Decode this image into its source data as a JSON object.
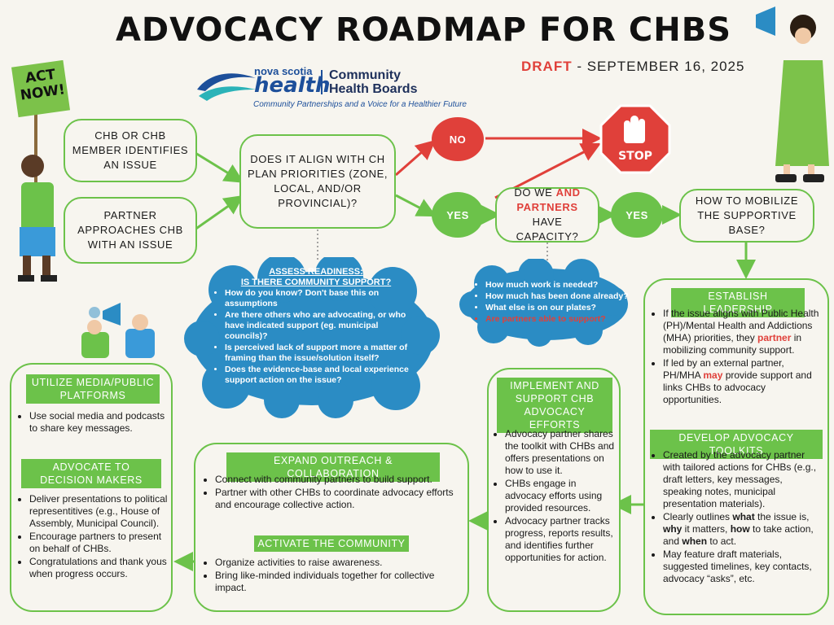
{
  "title": "ADVOCACY ROADMAP FOR CHBS",
  "draft": {
    "label": "DRAFT",
    "date": " - SEPTEMBER 16, 2025"
  },
  "logo": {
    "brand_small": "nova scotia",
    "brand_large": "health",
    "org": "Community Health Boards",
    "tagline": "Community Partnerships and a Voice for a Healthier Future"
  },
  "sign_text": "ACT NOW!",
  "stop_sign_text": "STOP",
  "flow": {
    "start1": "CHB OR CHB MEMBER IDENTIFIES AN ISSUE",
    "start2": "PARTNER APPROACHES CHB WITH AN ISSUE",
    "align": "DOES IT ALIGN WITH CH PLAN PRIORITIES (ZONE, LOCAL, AND/OR PROVINCIAL)?",
    "no": "NO",
    "yes1": "YES",
    "yes2": "YES",
    "capacity_pre": "DO WE ",
    "capacity_and": "AND",
    "capacity_partners": "PARTNERS",
    "capacity_post": " HAVE CAPACITY?",
    "mobilize": "HOW TO MOBILIZE THE SUPPORTIVE BASE?"
  },
  "cloud1": {
    "title1": "ASSESS READINESS:",
    "title2": "IS THERE COMMUNITY SUPPORT?",
    "items": [
      "How do you know? Don't base this on assumptions",
      "Are there others who are advocating, or who have indicated support (eg. municipal councils)?",
      "Is perceived lack of support more a matter of framing than the issue/solution itself?",
      "Does the evidence-base and local experience support action on the issue?"
    ]
  },
  "cloud2": {
    "items": [
      "How much work is needed?",
      "How much has been done already?",
      "What else is on our plates?"
    ],
    "item_red": "Are partners able to support?"
  },
  "panel_right": {
    "tag1": "ESTABLISH LEADERSHIP",
    "l1_a": "If the issue aligns with Public Health (PH)/Mental Health and Addictions (MHA) priorities, they ",
    "l1_b": "partner",
    "l1_c": " in mobilizing community support.",
    "l2_a": "If led by an external partner, PH/MHA ",
    "l2_b": "may",
    "l2_c": " provide support and links CHBs to advocacy opportunities.",
    "tag2": "DEVELOP ADVOCACY TOOLKITS",
    "t1": "Created by the advocacy partner with tailored actions for CHBs (e.g., draft letters, key messages, speaking notes, municipal presentation materials).",
    "t2_a": "Clearly outlines ",
    "t2_b": "what",
    "t2_c": " the issue is, ",
    "t2_d": "why",
    "t2_e": " it matters, ",
    "t2_f": "how",
    "t2_g": " to take action, and ",
    "t2_h": "when",
    "t2_i": " to act.",
    "t3": "May feature draft materials, suggested timelines, key contacts, advocacy “asks”, etc."
  },
  "panel_implement": {
    "tag": "IMPLEMENT AND SUPPORT CHB ADVOCACY EFFORTS",
    "items": [
      "Advocacy partner shares the toolkit with CHBs and offers presentations on how to use it.",
      "CHBs engage in advocacy efforts using provided resources.",
      "Advocacy partner tracks progress, reports results, and identifies further opportunities for action."
    ]
  },
  "panel_expand": {
    "tag1": "EXPAND OUTREACH & COLLABORATION",
    "items1": [
      "Connect with community partners to build support.",
      "Partner with other CHBs to coordinate advocacy efforts and encourage collective action."
    ],
    "tag2": "ACTIVATE THE COMMUNITY",
    "items2": [
      "Organize activities to raise awareness.",
      "Bring like-minded individuals together for collective impact."
    ]
  },
  "panel_left": {
    "tag1": "UTILIZE MEDIA/PUBLIC PLATFORMS",
    "items1": [
      "Use social media and podcasts to share key messages."
    ],
    "tag2": "ADVOCATE TO DECISION MAKERS",
    "items2": [
      "Deliver presentations to political representitives (e.g., House of Assembly, Municipal Council).",
      "Encourage partners to present on behalf of CHBs.",
      "Congratulations and thank yous when progress occurs."
    ]
  },
  "colors": {
    "green": "#6cc24a",
    "red": "#e0403a",
    "blue": "#2b8cc4",
    "background": "#f7f5ef"
  }
}
